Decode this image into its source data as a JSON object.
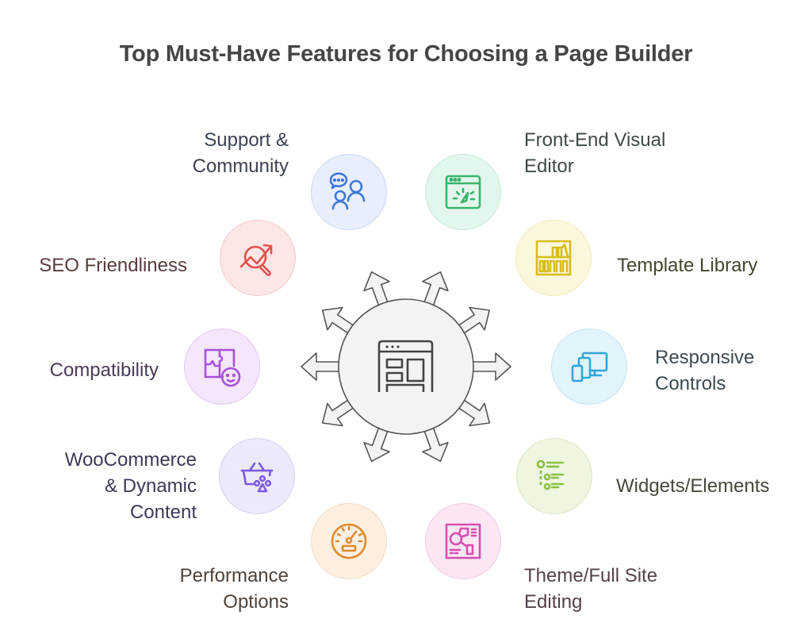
{
  "title": "Top Must-Have Features for Choosing a Page Builder",
  "center": {
    "icon": "page-builder-layout-icon",
    "fill": "#f3f3f3",
    "stroke": "#444444"
  },
  "features": [
    {
      "id": "support",
      "line1": "Support &",
      "line2": "Community",
      "icon": "chat-users-icon",
      "bg": "#e8eefc",
      "border": "#c9d6f5",
      "color": "#3f78d8",
      "text_color": "#3b4252"
    },
    {
      "id": "frontend",
      "line1": "Front-End Visual",
      "line2": "Editor",
      "icon": "browser-editor-icon",
      "bg": "#e3f6ec",
      "border": "#c3ebd4",
      "color": "#37b56c",
      "text_color": "#3e4a44"
    },
    {
      "id": "seo",
      "line1": "SEO Friendliness",
      "icon": "search-growth-icon",
      "bg": "#fde6e6",
      "border": "#f6c9c9",
      "color": "#e0514d",
      "text_color": "#5a3c3c"
    },
    {
      "id": "template",
      "line1": "Template Library",
      "icon": "bookshelf-icon",
      "bg": "#fbf7dc",
      "border": "#f2ebb6",
      "color": "#d8bc1a",
      "text_color": "#45452f"
    },
    {
      "id": "compat",
      "line1": "Compatibility",
      "icon": "puzzle-face-icon",
      "bg": "#f4e6fb",
      "border": "#e4c9f4",
      "color": "#a951d9",
      "text_color": "#4a3a55"
    },
    {
      "id": "responsive",
      "line1": "Responsive",
      "line2": "Controls",
      "icon": "devices-icon",
      "bg": "#e3f3fb",
      "border": "#c3e3f3",
      "color": "#31a6d8",
      "text_color": "#3b4a52"
    },
    {
      "id": "woo",
      "line1": "WooCommerce",
      "line2": "& Dynamic",
      "line3": "Content",
      "icon": "basket-shapes-icon",
      "bg": "#ece9fb",
      "border": "#d6d0f6",
      "color": "#7a5ae0",
      "text_color": "#3c3a55"
    },
    {
      "id": "widgets",
      "line1": "Widgets/Elements",
      "icon": "list-elements-icon",
      "bg": "#eef5e1",
      "border": "#dbe9c3",
      "color": "#8ac03e",
      "text_color": "#434a3a"
    },
    {
      "id": "performance",
      "line1": "Performance",
      "line2": "Options",
      "icon": "speedometer-icon",
      "bg": "#fcefe2",
      "border": "#f4dcc2",
      "color": "#e08a2c",
      "text_color": "#4e4238"
    },
    {
      "id": "theme",
      "line1": "Theme/Full Site",
      "line2": "Editing",
      "icon": "site-layout-icon",
      "bg": "#fbe6f4",
      "border": "#f2c9e4",
      "color": "#d64fb0",
      "text_color": "#55404c"
    }
  ]
}
